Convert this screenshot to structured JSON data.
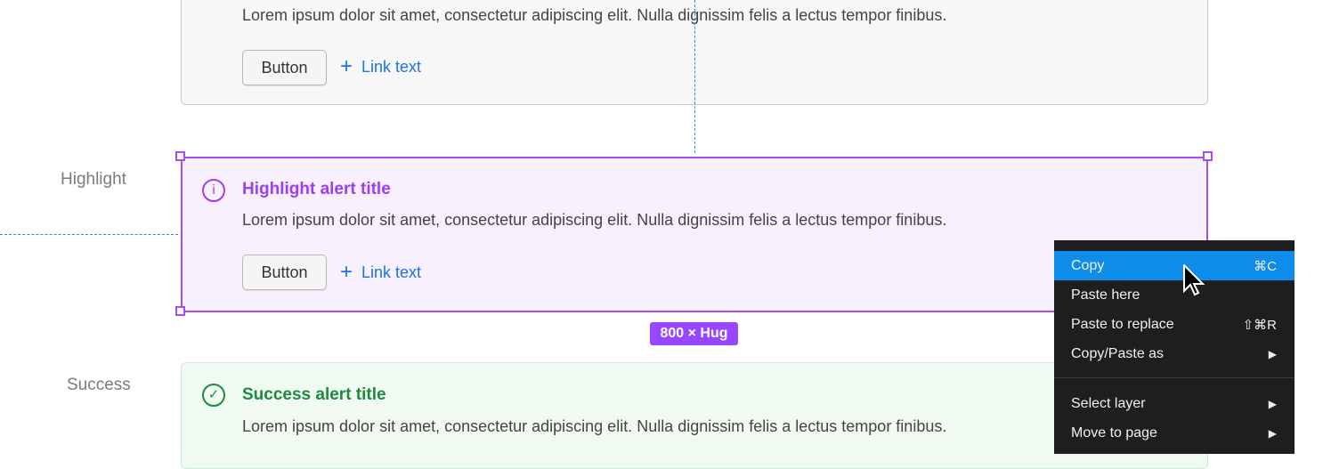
{
  "body_text": "Lorem ipsum dolor sit amet, consectetur adipiscing elit. Nulla dignissim felis a lectus tempor finibus.",
  "button_label": "Button",
  "link_label": "Link text",
  "highlight": {
    "label": "Highlight",
    "title": "Highlight alert title",
    "color": "#9b3ff0"
  },
  "success": {
    "label": "Success",
    "title": "Success alert title",
    "color": "#1e8a3c"
  },
  "size_badge": "800 × Hug",
  "context_menu": {
    "items": [
      {
        "label": "Copy",
        "shortcut": "⌘C"
      },
      {
        "label": "Paste here",
        "shortcut": ""
      },
      {
        "label": "Paste to replace",
        "shortcut": "⇧⌘R"
      },
      {
        "label": "Copy/Paste as",
        "shortcut": "▶"
      },
      {
        "label": "Select layer",
        "shortcut": "▶"
      },
      {
        "label": "Move to page",
        "shortcut": "▶"
      }
    ]
  }
}
